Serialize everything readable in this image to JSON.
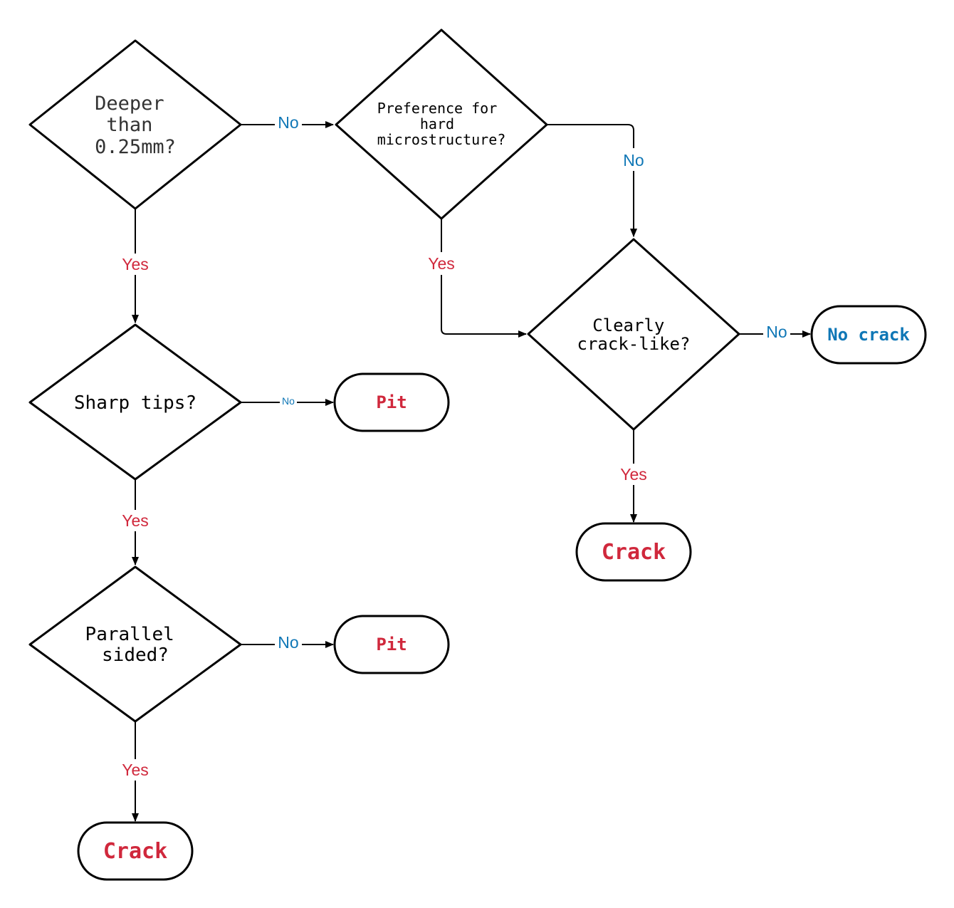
{
  "colors": {
    "yes": "#d0283c",
    "no": "#0f77b6",
    "text": "#000000",
    "question_text_dark": "#333333"
  },
  "nodes": {
    "deeper": {
      "lines": [
        "Deeper",
        "than",
        "0.25mm?"
      ]
    },
    "preference": {
      "lines": [
        "Preference for",
        "hard",
        "microstructure?"
      ]
    },
    "sharp": {
      "lines": [
        "Sharp tips?"
      ]
    },
    "parallel": {
      "lines": [
        "Parallel",
        "sided?"
      ]
    },
    "clearly": {
      "lines": [
        "Clearly",
        "crack-like?"
      ]
    },
    "pit1": {
      "label": "Pit"
    },
    "pit2": {
      "label": "Pit"
    },
    "crack_left": {
      "label": "Crack"
    },
    "crack_right": {
      "label": "Crack"
    },
    "no_crack": {
      "label": "No crack"
    }
  },
  "edges": {
    "deeper_no": "No",
    "deeper_yes": "Yes",
    "preference_no": "No",
    "preference_yes": "Yes",
    "sharp_no": "No",
    "sharp_yes": "Yes",
    "parallel_no": "No",
    "parallel_yes": "Yes",
    "clearly_no": "No",
    "clearly_yes": "Yes"
  }
}
